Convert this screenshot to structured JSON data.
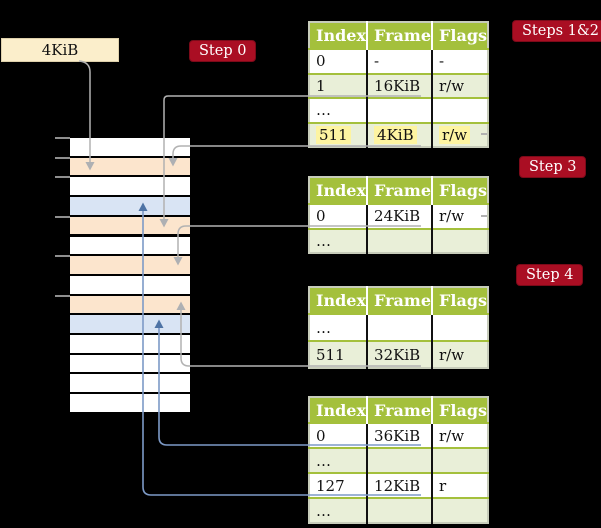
{
  "page_box": {
    "label": "4KiB"
  },
  "labels": {
    "step0": "Step 0",
    "steps12": "Steps 1&2",
    "step3": "Step 3",
    "step4": "Step 4"
  },
  "palette": {
    "background": "#000000",
    "header_green": "#a4c03c",
    "shade_green": "#e9efd8",
    "peach": "#fce5cd",
    "blue_row": "#d9e4f4",
    "white_row": "#ffffff",
    "highlight_yellow": "#fdf4a1",
    "label_red": "#aa0e23",
    "box_cream": "#fbeecb",
    "gray_line": "#b2b2b2",
    "blue_line": "#7d9ac7"
  },
  "memory_stack": {
    "rows": [
      {
        "color": "white_row"
      },
      {
        "color": "peach"
      },
      {
        "color": "white_row"
      },
      {
        "color": "blue_row"
      },
      {
        "color": "peach"
      },
      {
        "color": "white_row"
      },
      {
        "color": "peach"
      },
      {
        "color": "white_row"
      },
      {
        "color": "peach"
      },
      {
        "color": "blue_row"
      },
      {
        "color": "white_row"
      },
      {
        "color": "white_row"
      },
      {
        "color": "white_row"
      },
      {
        "color": "white_row"
      }
    ]
  },
  "tables": [
    {
      "name": "page-table-steps-1-2",
      "headers": [
        "Index",
        "Frame",
        "Flags"
      ],
      "rows": [
        {
          "cells": [
            "0",
            "-",
            "-"
          ],
          "shaded": false,
          "highlighted": false
        },
        {
          "cells": [
            "1",
            "16KiB",
            "r/w"
          ],
          "shaded": true,
          "highlighted": false
        },
        {
          "cells": [
            "…",
            "",
            ""
          ],
          "shaded": false,
          "highlighted": false
        },
        {
          "cells": [
            "511",
            "4KiB",
            "r/w"
          ],
          "shaded": true,
          "highlighted": true
        }
      ]
    },
    {
      "name": "page-table-step-3",
      "headers": [
        "Index",
        "Frame",
        "Flags"
      ],
      "rows": [
        {
          "cells": [
            "0",
            "24KiB",
            "r/w"
          ],
          "shaded": false,
          "highlighted": false
        },
        {
          "cells": [
            "…",
            "",
            ""
          ],
          "shaded": true,
          "highlighted": false
        }
      ]
    },
    {
      "name": "page-table-step-4",
      "headers": [
        "Index",
        "Frame",
        "Flags"
      ],
      "rows": [
        {
          "cells": [
            "…",
            "",
            ""
          ],
          "shaded": false,
          "highlighted": false
        },
        {
          "cells": [
            "511",
            "32KiB",
            "r/w"
          ],
          "shaded": true,
          "highlighted": false
        }
      ]
    },
    {
      "name": "page-table-bottom",
      "headers": [
        "Index",
        "Frame",
        "Flags"
      ],
      "rows": [
        {
          "cells": [
            "0",
            "36KiB",
            "r/w"
          ],
          "shaded": false,
          "highlighted": false
        },
        {
          "cells": [
            "…",
            "",
            ""
          ],
          "shaded": true,
          "highlighted": false
        },
        {
          "cells": [
            "127",
            "12KiB",
            "r"
          ],
          "shaded": false,
          "highlighted": false
        },
        {
          "cells": [
            "…",
            "",
            ""
          ],
          "shaded": true,
          "highlighted": false
        }
      ]
    }
  ]
}
